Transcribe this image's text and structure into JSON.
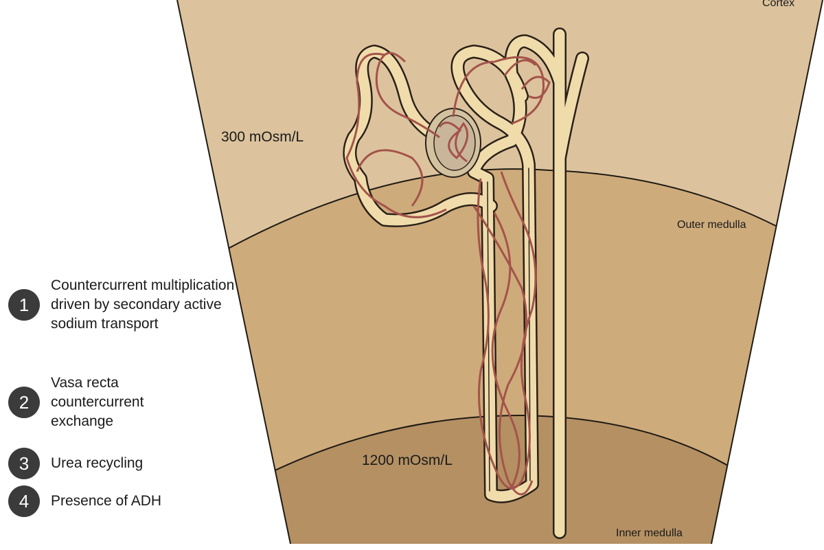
{
  "zones": {
    "cortex": "Cortex",
    "outer_medulla": "Outer medulla",
    "inner_medulla": "Inner medulla"
  },
  "osmolarity": {
    "top": "300 mOsm/L",
    "bottom": "1200 mOsm/L"
  },
  "list": [
    {
      "number": "1",
      "text": "Countercurrent multiplication driven by secondary active sodium transport"
    },
    {
      "number": "2",
      "text": "Vasa recta countercurrent exchange"
    },
    {
      "number": "3",
      "text": "Urea recycling"
    },
    {
      "number": "4",
      "text": "Presence of ADH"
    }
  ],
  "colors": {
    "cortex": "#dcc39d",
    "outer_medulla": "#ceab7b",
    "inner_medulla": "#b49063",
    "tubule": "#f0dcab",
    "vessel": "#a4534a"
  }
}
